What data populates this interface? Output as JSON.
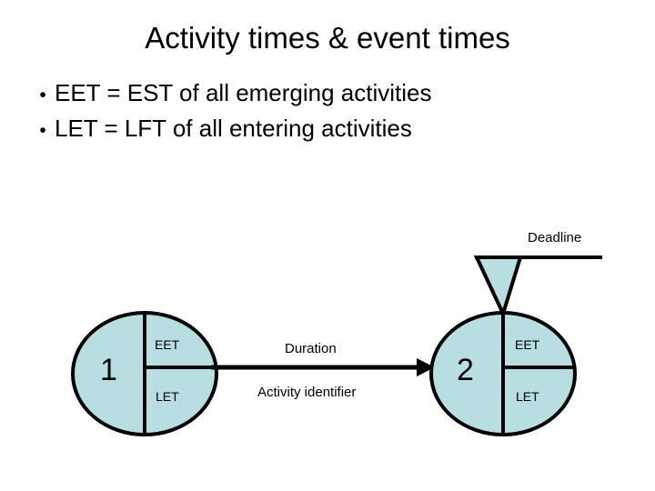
{
  "slide": {
    "title": "Activity times & event times",
    "background_color": "#ffffff",
    "text_color": "#000000"
  },
  "bullets": {
    "marker": "•",
    "items": [
      {
        "text": "EET = EST of all emerging activities"
      },
      {
        "text": "LET = LFT of all entering activities"
      }
    ]
  },
  "diagram": {
    "node_fill_color": "#b8dee2",
    "stroke_color": "#000000",
    "nodes": [
      {
        "id": "node-1",
        "number": "1",
        "upper_right_label": "EET",
        "lower_right_label": "LET"
      },
      {
        "id": "node-2",
        "number": "2",
        "upper_right_label": "EET",
        "lower_right_label": "LET"
      }
    ],
    "edge": {
      "above_label": "Duration",
      "below_label": "Activity identifier",
      "direction": "node-1 to node-2"
    },
    "deadline": {
      "label": "Deadline",
      "marker": "downward-triangle"
    }
  }
}
